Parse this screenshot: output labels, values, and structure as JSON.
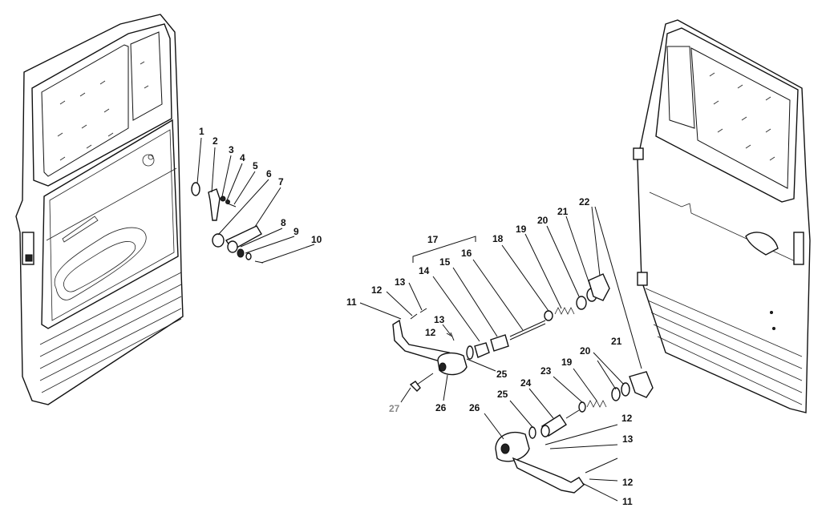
{
  "callouts": {
    "c1": "1",
    "c2": "2",
    "c3": "3",
    "c4": "4",
    "c5": "5",
    "c6": "6",
    "c7": "7",
    "c8": "8",
    "c9": "9",
    "c10": "10",
    "c11a": "11",
    "c12a": "12",
    "c13a": "13",
    "c13b": "13",
    "c12b": "12",
    "c14": "14",
    "c15": "15",
    "c16": "16",
    "c17": "17",
    "c18": "18",
    "c19a": "19",
    "c20a": "20",
    "c21a": "21",
    "c22": "22",
    "c25a": "25",
    "c26a": "26",
    "c27": "27",
    "c21b": "21",
    "c20b": "20",
    "c19b": "19",
    "c23": "23",
    "c24": "24",
    "c25b": "25",
    "c26b": "26",
    "c12c": "12",
    "c13c": "13",
    "c12d": "12",
    "c11b": "11"
  },
  "colors": {
    "line": "#111111",
    "label_grey": "#888888",
    "background": "#ffffff"
  }
}
